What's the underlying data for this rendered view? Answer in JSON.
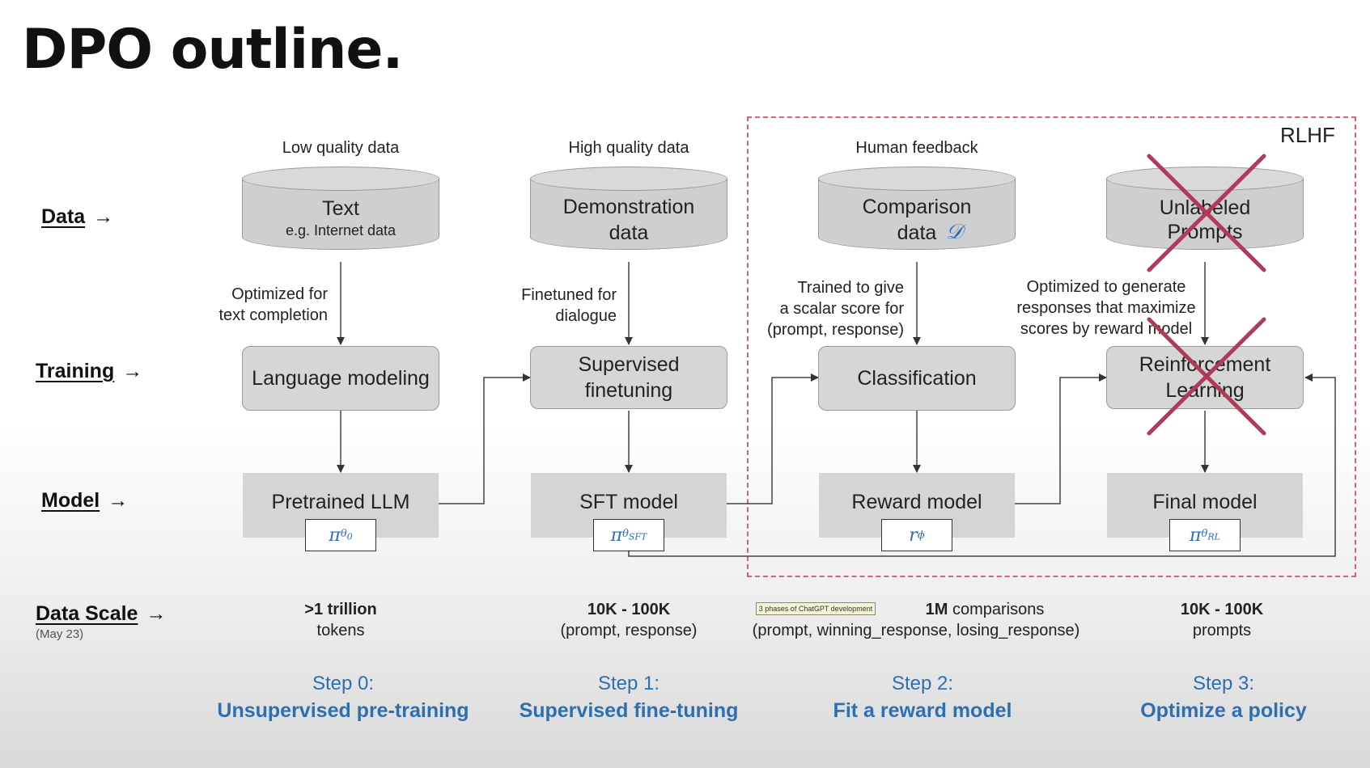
{
  "title": "DPO outline.",
  "row_labels": {
    "data": "Data",
    "training": "Training",
    "model": "Model",
    "data_scale": "Data Scale",
    "data_scale_sub": "(May 23)",
    "arrow": "→"
  },
  "rlhf_label": "RLHF",
  "tooltip": "3 phases of ChatGPT development",
  "columns": [
    {
      "data_caption": "Low quality data",
      "db_title": "Text",
      "db_sub": "e.g. Internet data",
      "edge_note_1": "Optimized for",
      "edge_note_2": "text completion",
      "training": "Language modeling",
      "model": "Pretrained LLM",
      "scale_1": ">1 trillion",
      "scale_2": "tokens",
      "step_num": "Step 0:",
      "step_title": "Unsupervised pre-training"
    },
    {
      "data_caption": "High quality data",
      "db_title": "Demonstration data",
      "edge_note_1": "Finetuned for",
      "edge_note_2": "dialogue",
      "training": "Supervised finetuning",
      "model": "SFT model",
      "scale_1": "10K - 100K",
      "scale_2": "(prompt, response)",
      "step_num": "Step 1:",
      "step_title": "Supervised fine-tuning"
    },
    {
      "data_caption": "Human feedback",
      "db_title": "Comparison data",
      "db_symbol": "𝒟",
      "edge_note_1": "Trained to give",
      "edge_note_2": "a scalar score for",
      "edge_note_3": "(prompt, response)",
      "training": "Classification",
      "model": "Reward model",
      "scale_1": "1M",
      "scale_1b": "comparisons",
      "scale_2": "(prompt, winning_response, losing_response)",
      "step_num": "Step 2:",
      "step_title": "Fit a reward model"
    },
    {
      "db_title": "Unlabeled Prompts",
      "edge_note_1": "Optimized to generate",
      "edge_note_2": "responses that maximize",
      "edge_note_3": "scores by reward model",
      "training": "Reinforcement Learning",
      "model": "Final model",
      "scale_1": "10K - 100K",
      "scale_2": "prompts",
      "step_num": "Step 3:",
      "step_title": "Optimize a policy"
    }
  ],
  "colors": {
    "rlhf_frame": "#d9616f",
    "cross": "#b03a5a",
    "step_text": "#2d6fb0",
    "policy_symbol": "#2a6db5"
  }
}
